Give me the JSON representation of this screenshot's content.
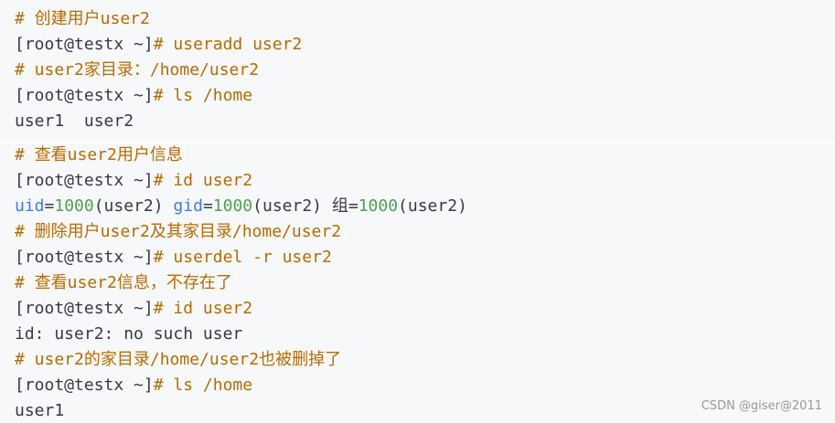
{
  "block1": {
    "comment1": "# 创建用户user2",
    "prompt1": "[root@testx ~]",
    "cmd1": "# useradd user2",
    "comment2": "# user2家目录：/home/user2",
    "prompt2": "[root@testx ~]",
    "cmd2": "# ls /home",
    "output1": "user1  user2"
  },
  "block2": {
    "comment1": "# 查看user2用户信息",
    "prompt1": "[root@testx ~]",
    "cmd1": "# id user2",
    "uid_key": "uid",
    "uid_eq": "=",
    "uid_val": "1000",
    "uid_name": "(user2) ",
    "gid_key": "gid",
    "gid_eq": "=",
    "gid_val": "1000",
    "gid_name": "(user2) ",
    "grp_key": "组",
    "grp_eq": "=",
    "grp_val": "1000",
    "grp_name": "(user2)",
    "comment2": "# 删除用户user2及其家目录/home/user2",
    "prompt2": "[root@testx ~]",
    "cmd2": "# userdel -r user2",
    "comment3": "# 查看user2信息，不存在了",
    "prompt3": "[root@testx ~]",
    "cmd3": "# id user2",
    "output2": "id: user2: no such user",
    "comment4": "# user2的家目录/home/user2也被删掉了",
    "prompt4": "[root@testx ~]",
    "cmd4": "# ls /home",
    "output3": "user1"
  },
  "watermark": "CSDN @giser@2011"
}
